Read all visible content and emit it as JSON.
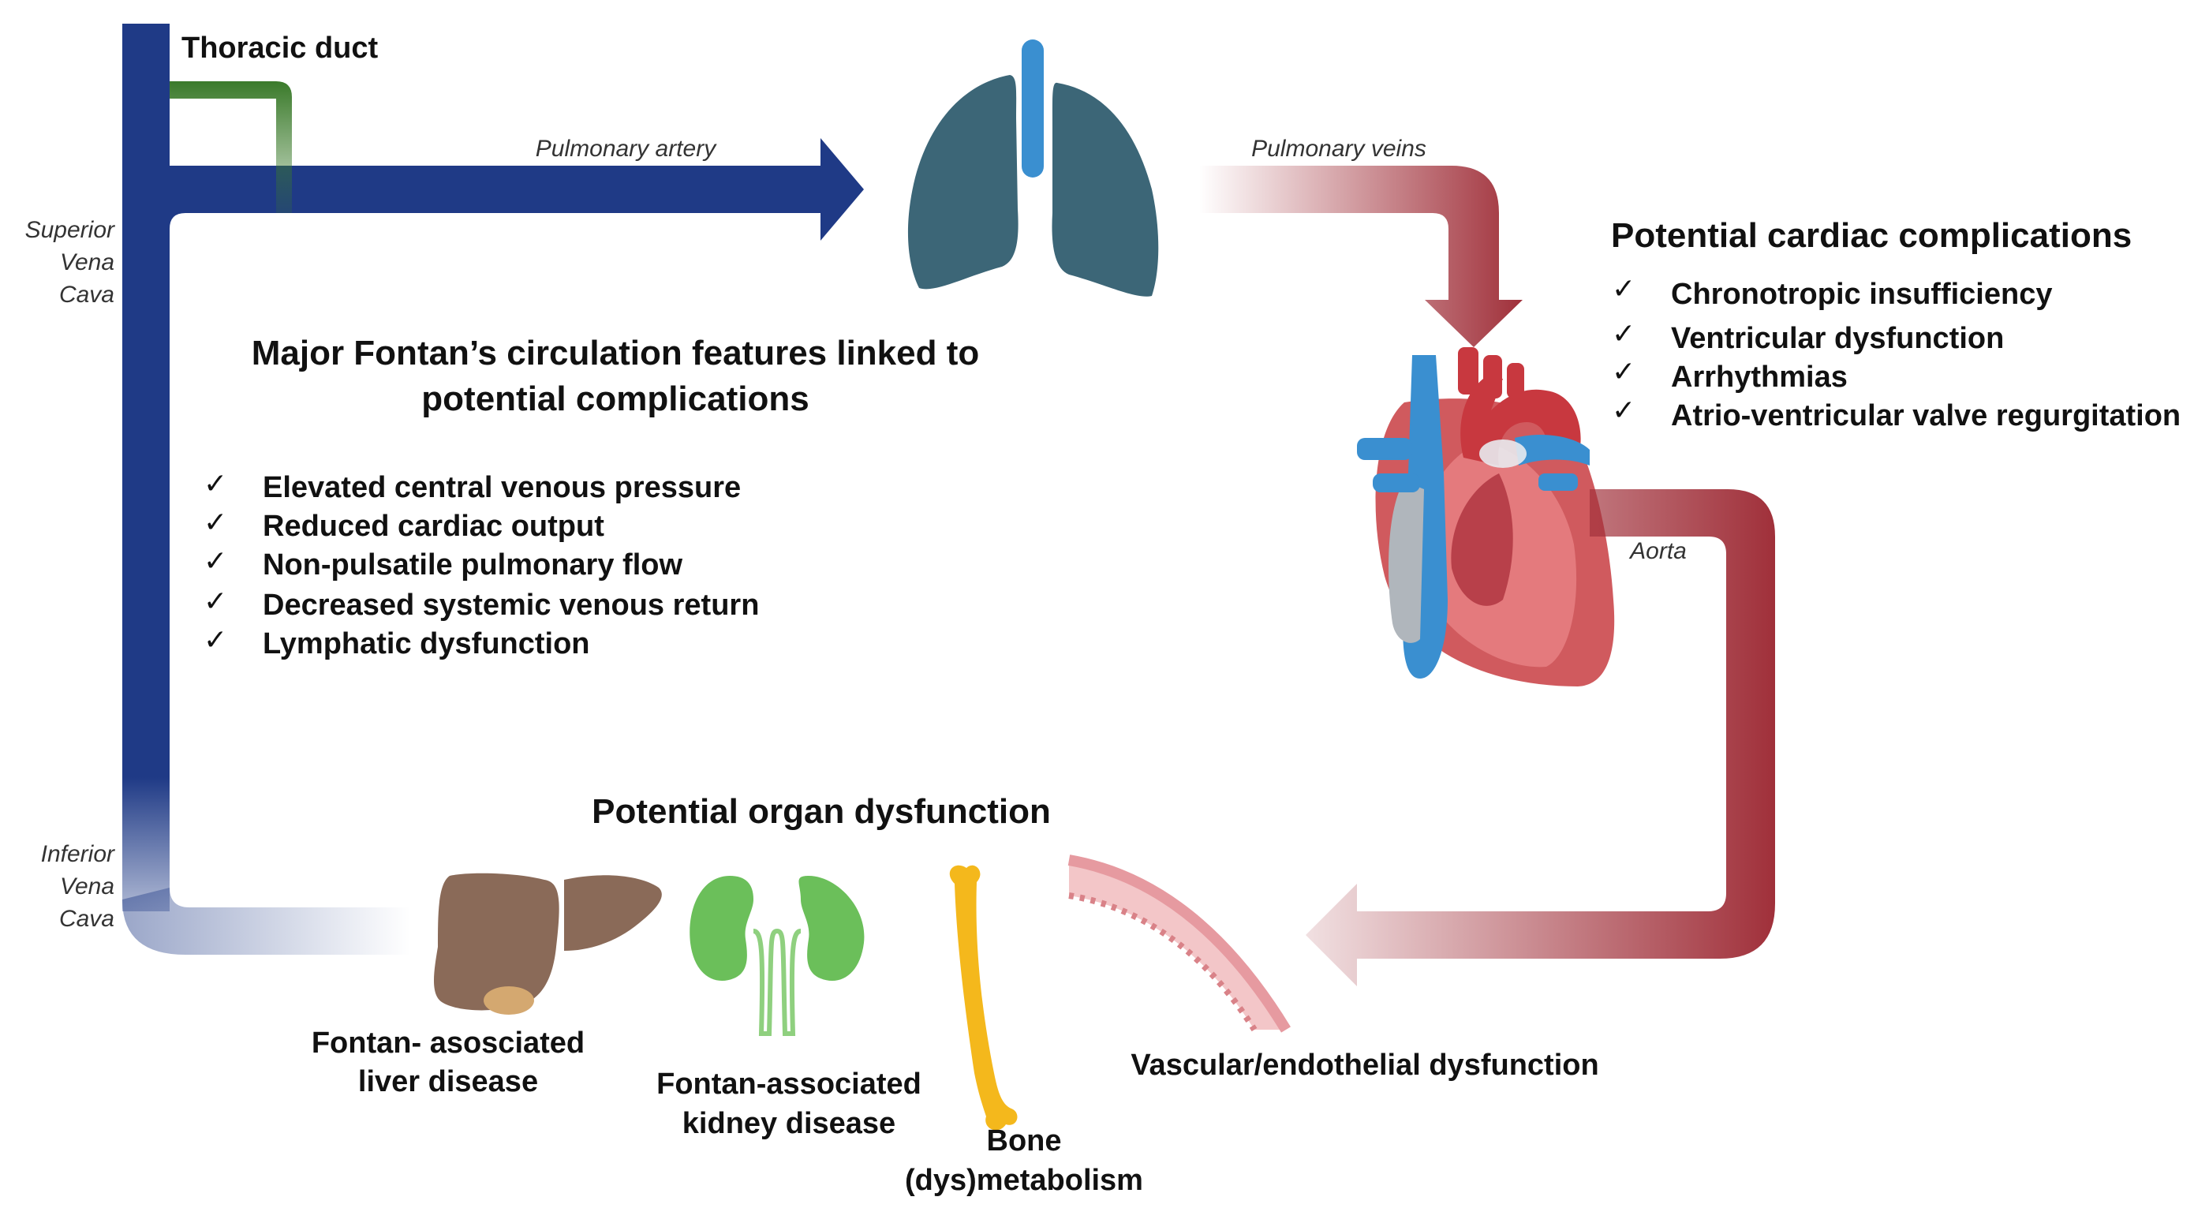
{
  "vessels": {
    "thoracic_duct": "Thoracic duct",
    "pulmonary_artery": "Pulmonary artery",
    "pulmonary_veins": "Pulmonary veins",
    "aorta": "Aorta",
    "svc": [
      "Superior",
      "Vena",
      "Cava"
    ],
    "ivc": [
      "Inferior",
      "Vena",
      "Cava"
    ]
  },
  "main_box": {
    "title_line1": "Major Fontan’s circulation features linked to",
    "title_line2": "potential complications",
    "check_mark": "✓",
    "items": [
      "Elevated central venous pressure",
      "Reduced cardiac output",
      "Non-pulsatile pulmonary  flow",
      "Decreased systemic venous return",
      "Lymphatic dysfunction"
    ]
  },
  "cardiac": {
    "title": "Potential cardiac complications",
    "items": [
      "Chronotropic insufficiency",
      "Ventricular dysfunction",
      "Arrhythmias",
      "Atrio-ventricular valve regurgitation"
    ]
  },
  "organs": {
    "title": "Potential organ dysfunction",
    "liver": [
      "Fontan- asosciated",
      "liver disease"
    ],
    "kidney": [
      "Fontan-associated",
      "kidney disease"
    ],
    "bone": [
      "Bone",
      "(dys)metabolism"
    ],
    "vascular": "Vascular/endothelial dysfunction"
  },
  "colors": {
    "venous_blue": "#1f3a86",
    "arterial_red": "#a0303a",
    "lymph_green": "#3a7a2a",
    "lung": "#3c6677",
    "trachea": "#3a8fd0",
    "liver": "#8a6a58",
    "kidney": "#6bbf5a",
    "bone": "#f4b81c",
    "vessel_wall": "#e69aa0"
  }
}
